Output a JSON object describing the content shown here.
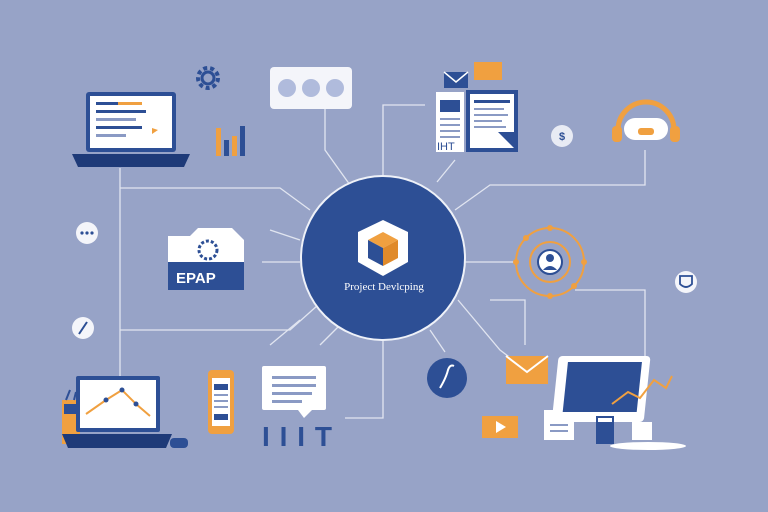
{
  "hub": {
    "label": "Project Devlcping"
  },
  "folder": {
    "label": "EPAP"
  },
  "notepad": {
    "label": "IHT"
  },
  "chart_bars": {
    "label": "IIIT"
  },
  "colors": {
    "background": "#97a3c7",
    "navy": "#2d4f95",
    "dark_navy": "#1e3a78",
    "orange": "#f0a040",
    "line": "#eef1f8",
    "white": "#ffffff"
  },
  "icons": [
    "gear-icon",
    "chat-bubble-icon",
    "laptop-code-icon",
    "bar-chart-icon",
    "email-icon",
    "documents-icon",
    "headset-icon",
    "dollar-coin-icon",
    "ellipsis-icon",
    "folder-icon",
    "network-user-icon",
    "shield-icon",
    "pen-icon",
    "laptop-graph-icon",
    "smartphone-icon",
    "message-box-icon",
    "lines-badge-icon",
    "envelope-icon",
    "video-icon",
    "file-icon",
    "monitor-chart-icon",
    "cube-icon"
  ]
}
